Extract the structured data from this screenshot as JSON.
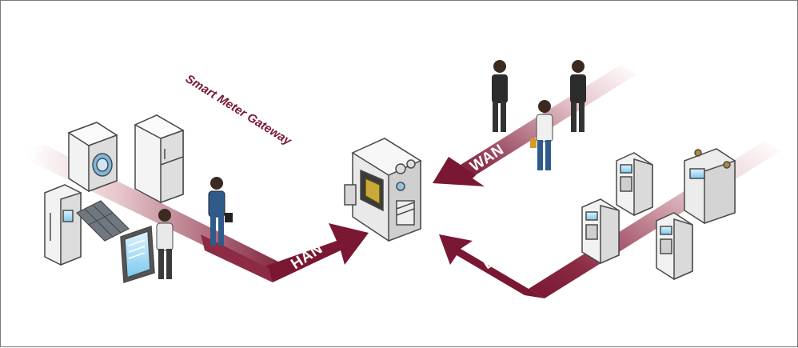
{
  "diagram": {
    "gateway_label": "Smart Meter Gateway",
    "arrows": {
      "han": "HAN",
      "wan": "WAN",
      "lmn": "LMN"
    }
  },
  "colors": {
    "arrow_dark": "#7a1733",
    "arrow_light": "#f3dde0",
    "device_body": "#f1f1f1",
    "device_outline": "#4a4a4a",
    "person_dark": "#2c2c2c",
    "person_blue": "#2f5b8a"
  }
}
